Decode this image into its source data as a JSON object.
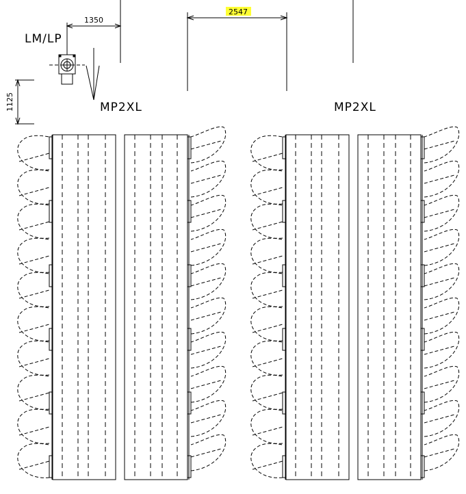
{
  "dimensions": {
    "horizontal_small": "1350",
    "horizontal_highlighted": "2547",
    "vertical": "1125"
  },
  "labels": {
    "socket": "LM/LP",
    "unit_left": "MP2XL",
    "unit_right": "MP2XL"
  },
  "colors": {
    "line": "#000000",
    "highlight": "#ffff33",
    "background": "#ffffff"
  },
  "icons": {
    "socket_symbol": "electrical-socket-icon",
    "door_swing": "door-swing-icon"
  }
}
